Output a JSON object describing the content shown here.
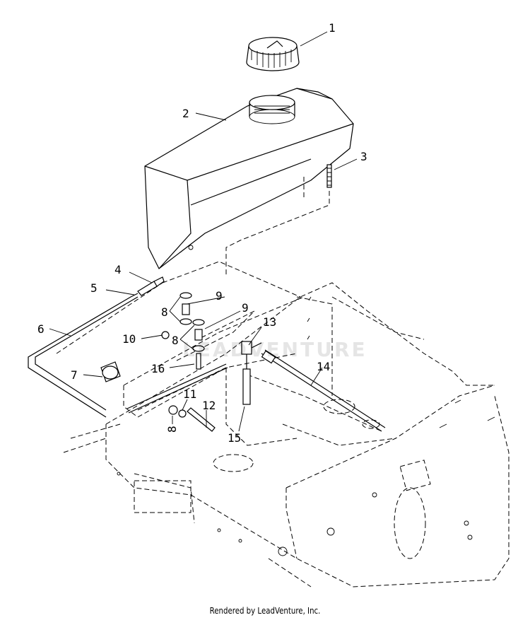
{
  "callouts": [
    {
      "id": "1"
    },
    {
      "id": "2"
    },
    {
      "id": "3"
    },
    {
      "id": "4"
    },
    {
      "id": "5"
    },
    {
      "id": "6"
    },
    {
      "id": "7"
    },
    {
      "id": "8"
    },
    {
      "id": "9"
    },
    {
      "id": "10"
    },
    {
      "id": "11"
    },
    {
      "id": "12"
    },
    {
      "id": "13"
    },
    {
      "id": "14"
    },
    {
      "id": "15"
    },
    {
      "id": "16"
    }
  ],
  "labels": {
    "l1": "1",
    "l2": "2",
    "l3": "3",
    "l4": "4",
    "l5": "5",
    "l6": "6",
    "l7": "7",
    "l8a": "8",
    "l8b": "8",
    "l8c": "8",
    "l9a": "9",
    "l9b": "9",
    "l10": "10",
    "l11": "11",
    "l12": "12",
    "l13": "13",
    "l14": "14",
    "l15": "15",
    "l16": "16"
  },
  "watermark": "LEADVENTURE",
  "credit": "Rendered by LeadVenture, Inc."
}
